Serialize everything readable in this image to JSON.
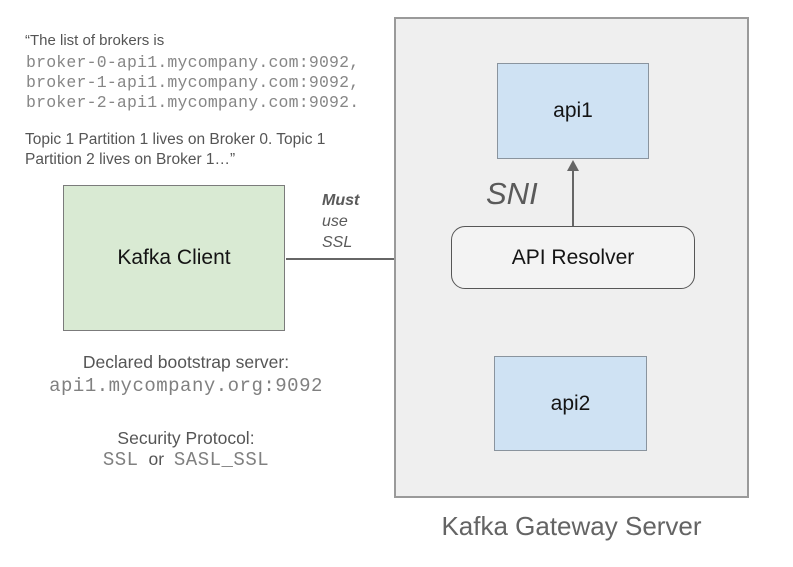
{
  "colors": {
    "client_fill": "#d9ead3",
    "api_fill": "#cfe2f3",
    "gateway_fill": "#efefef",
    "resolver_fill": "#f3f3f3",
    "arrow": "#666666"
  },
  "annotation": {
    "quote_intro": "“The list of brokers is",
    "broker_lines": [
      "broker-0-api1.mycompany.com:9092,",
      "broker-1-api1.mycompany.com:9092,",
      "broker-2-api1.mycompany.com:9092."
    ],
    "topic_note": "Topic 1 Partition 1 lives on Broker 0. Topic 1 Partition 2 lives on Broker 1…”"
  },
  "client": {
    "label": "Kafka Client",
    "bootstrap_heading": "Declared bootstrap server:",
    "bootstrap_value": "api1.mycompany.org:9092",
    "security_heading": "Security Protocol:",
    "security_option1": "SSL",
    "security_conjunction": "or",
    "security_option2": "SASL_SSL"
  },
  "connection": {
    "must": "Must",
    "use": "use",
    "ssl": "SSL",
    "sni_label": "SNI"
  },
  "gateway": {
    "title": "Kafka Gateway Server",
    "api1_label": "api1",
    "api2_label": "api2",
    "resolver_label": "API Resolver"
  }
}
